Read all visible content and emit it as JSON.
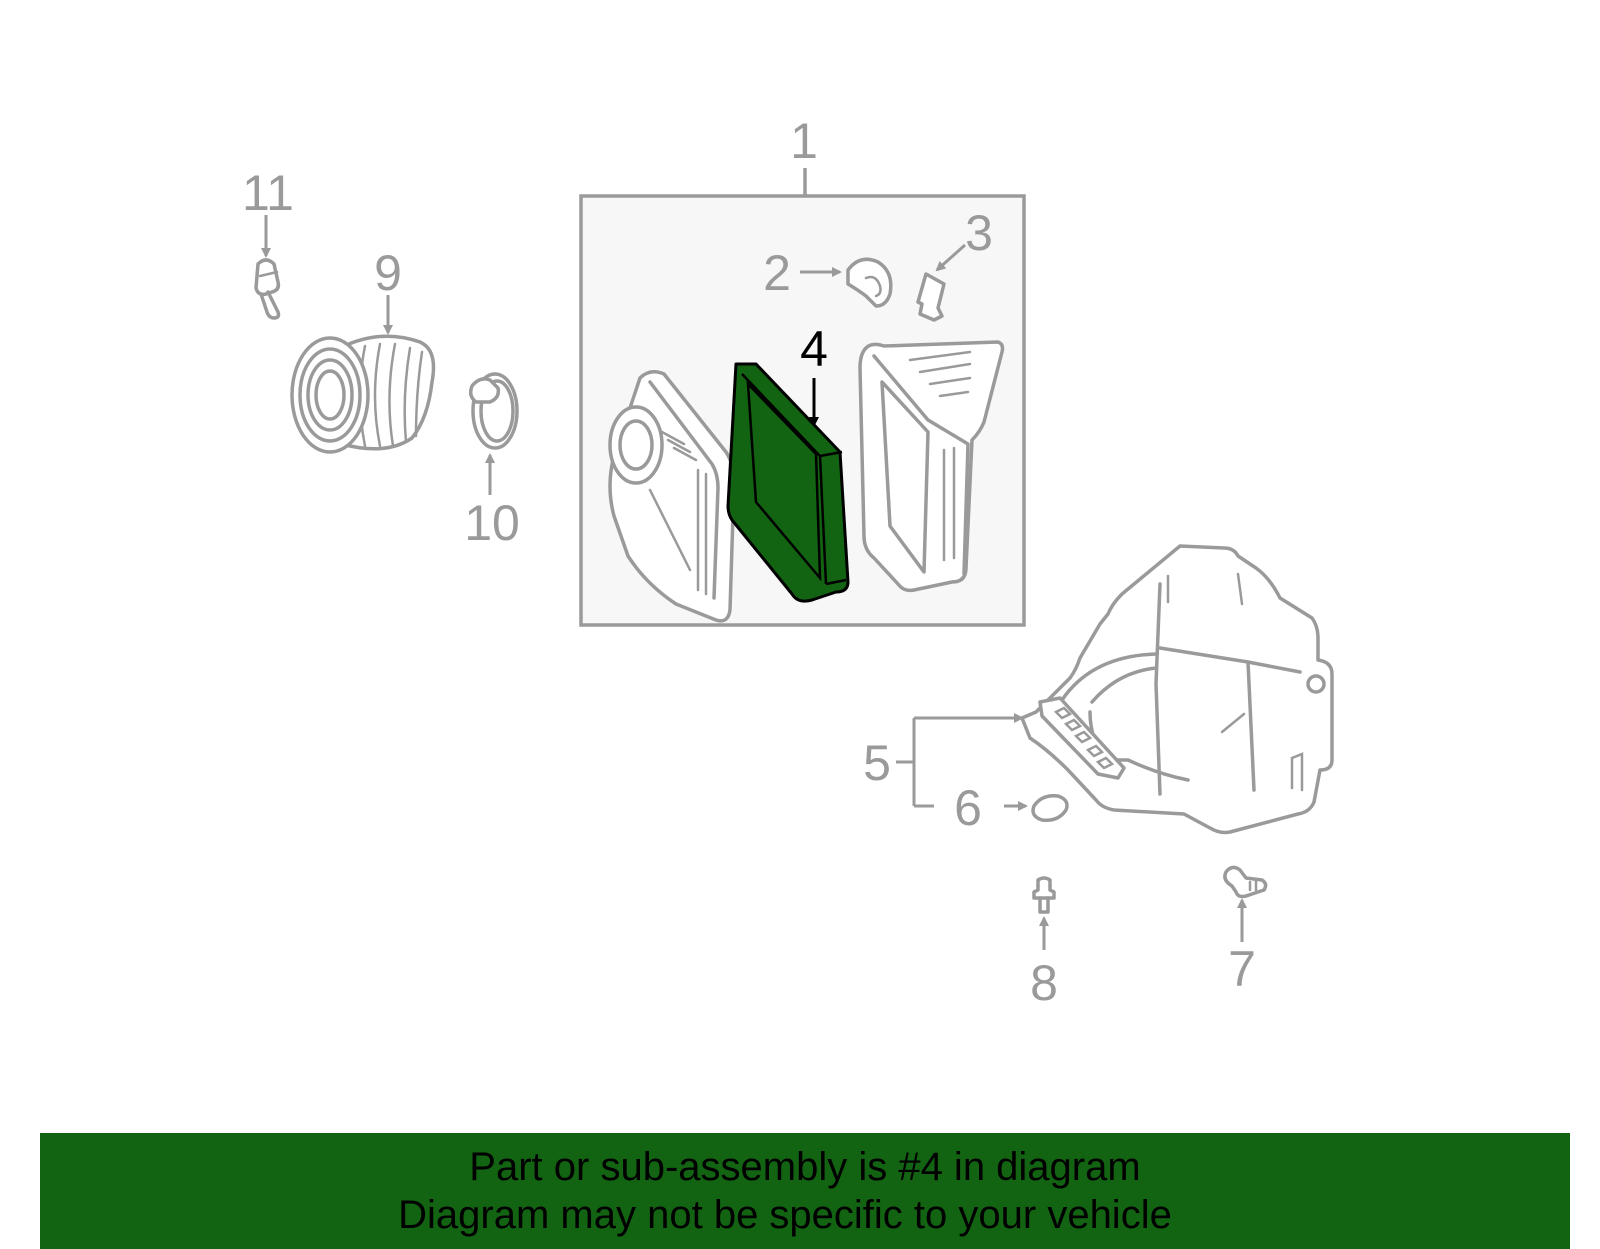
{
  "colors": {
    "highlight_fill": "#126412",
    "outline": "#9a9a9a",
    "highlight_callout": "#000000",
    "assembly_box_fill": "#f7f7f7"
  },
  "callouts": {
    "c1": "1",
    "c2": "2",
    "c3": "3",
    "c4": "4",
    "c5": "5",
    "c6": "6",
    "c7": "7",
    "c8": "8",
    "c9": "9",
    "c10": "10",
    "c11": "11"
  },
  "highlighted_part": "4",
  "banner": {
    "line1": "Part or sub-assembly is #4 in diagram",
    "line2": "Diagram may not be specific to your vehicle"
  }
}
